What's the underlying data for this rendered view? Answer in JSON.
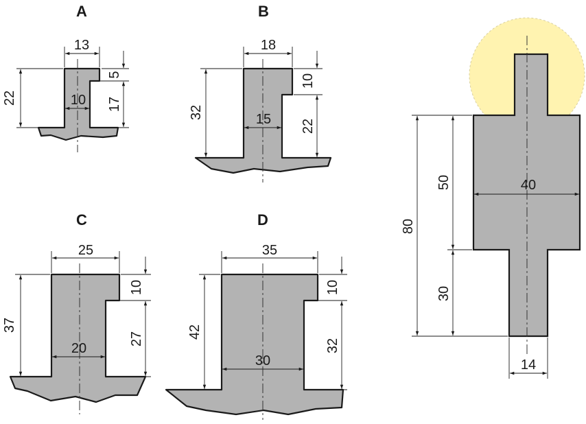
{
  "profiles": {
    "A": {
      "letter": "A",
      "d_top_width": "13",
      "d_neck_width": "10",
      "d_height": "22",
      "d_shoulder": "5",
      "d_neck": "17"
    },
    "B": {
      "letter": "B",
      "d_top_width": "18",
      "d_neck_width": "15",
      "d_height": "32",
      "d_shoulder": "10",
      "d_neck": "22"
    },
    "C": {
      "letter": "C",
      "d_top_width": "25",
      "d_neck_width": "20",
      "d_height": "37",
      "d_shoulder": "10",
      "d_neck": "27"
    },
    "D": {
      "letter": "D",
      "d_top_width": "35",
      "d_neck_width": "30",
      "d_height": "42",
      "d_shoulder": "10",
      "d_neck": "32"
    }
  },
  "tool": {
    "d_total_height": "80",
    "d_body_height": "50",
    "d_body_width": "40",
    "d_lower_height": "30",
    "d_lower_width": "14"
  },
  "colors": {
    "fill": "#b3b3b3",
    "stroke": "#1a1a1a",
    "highlight": "#fff3b0"
  }
}
